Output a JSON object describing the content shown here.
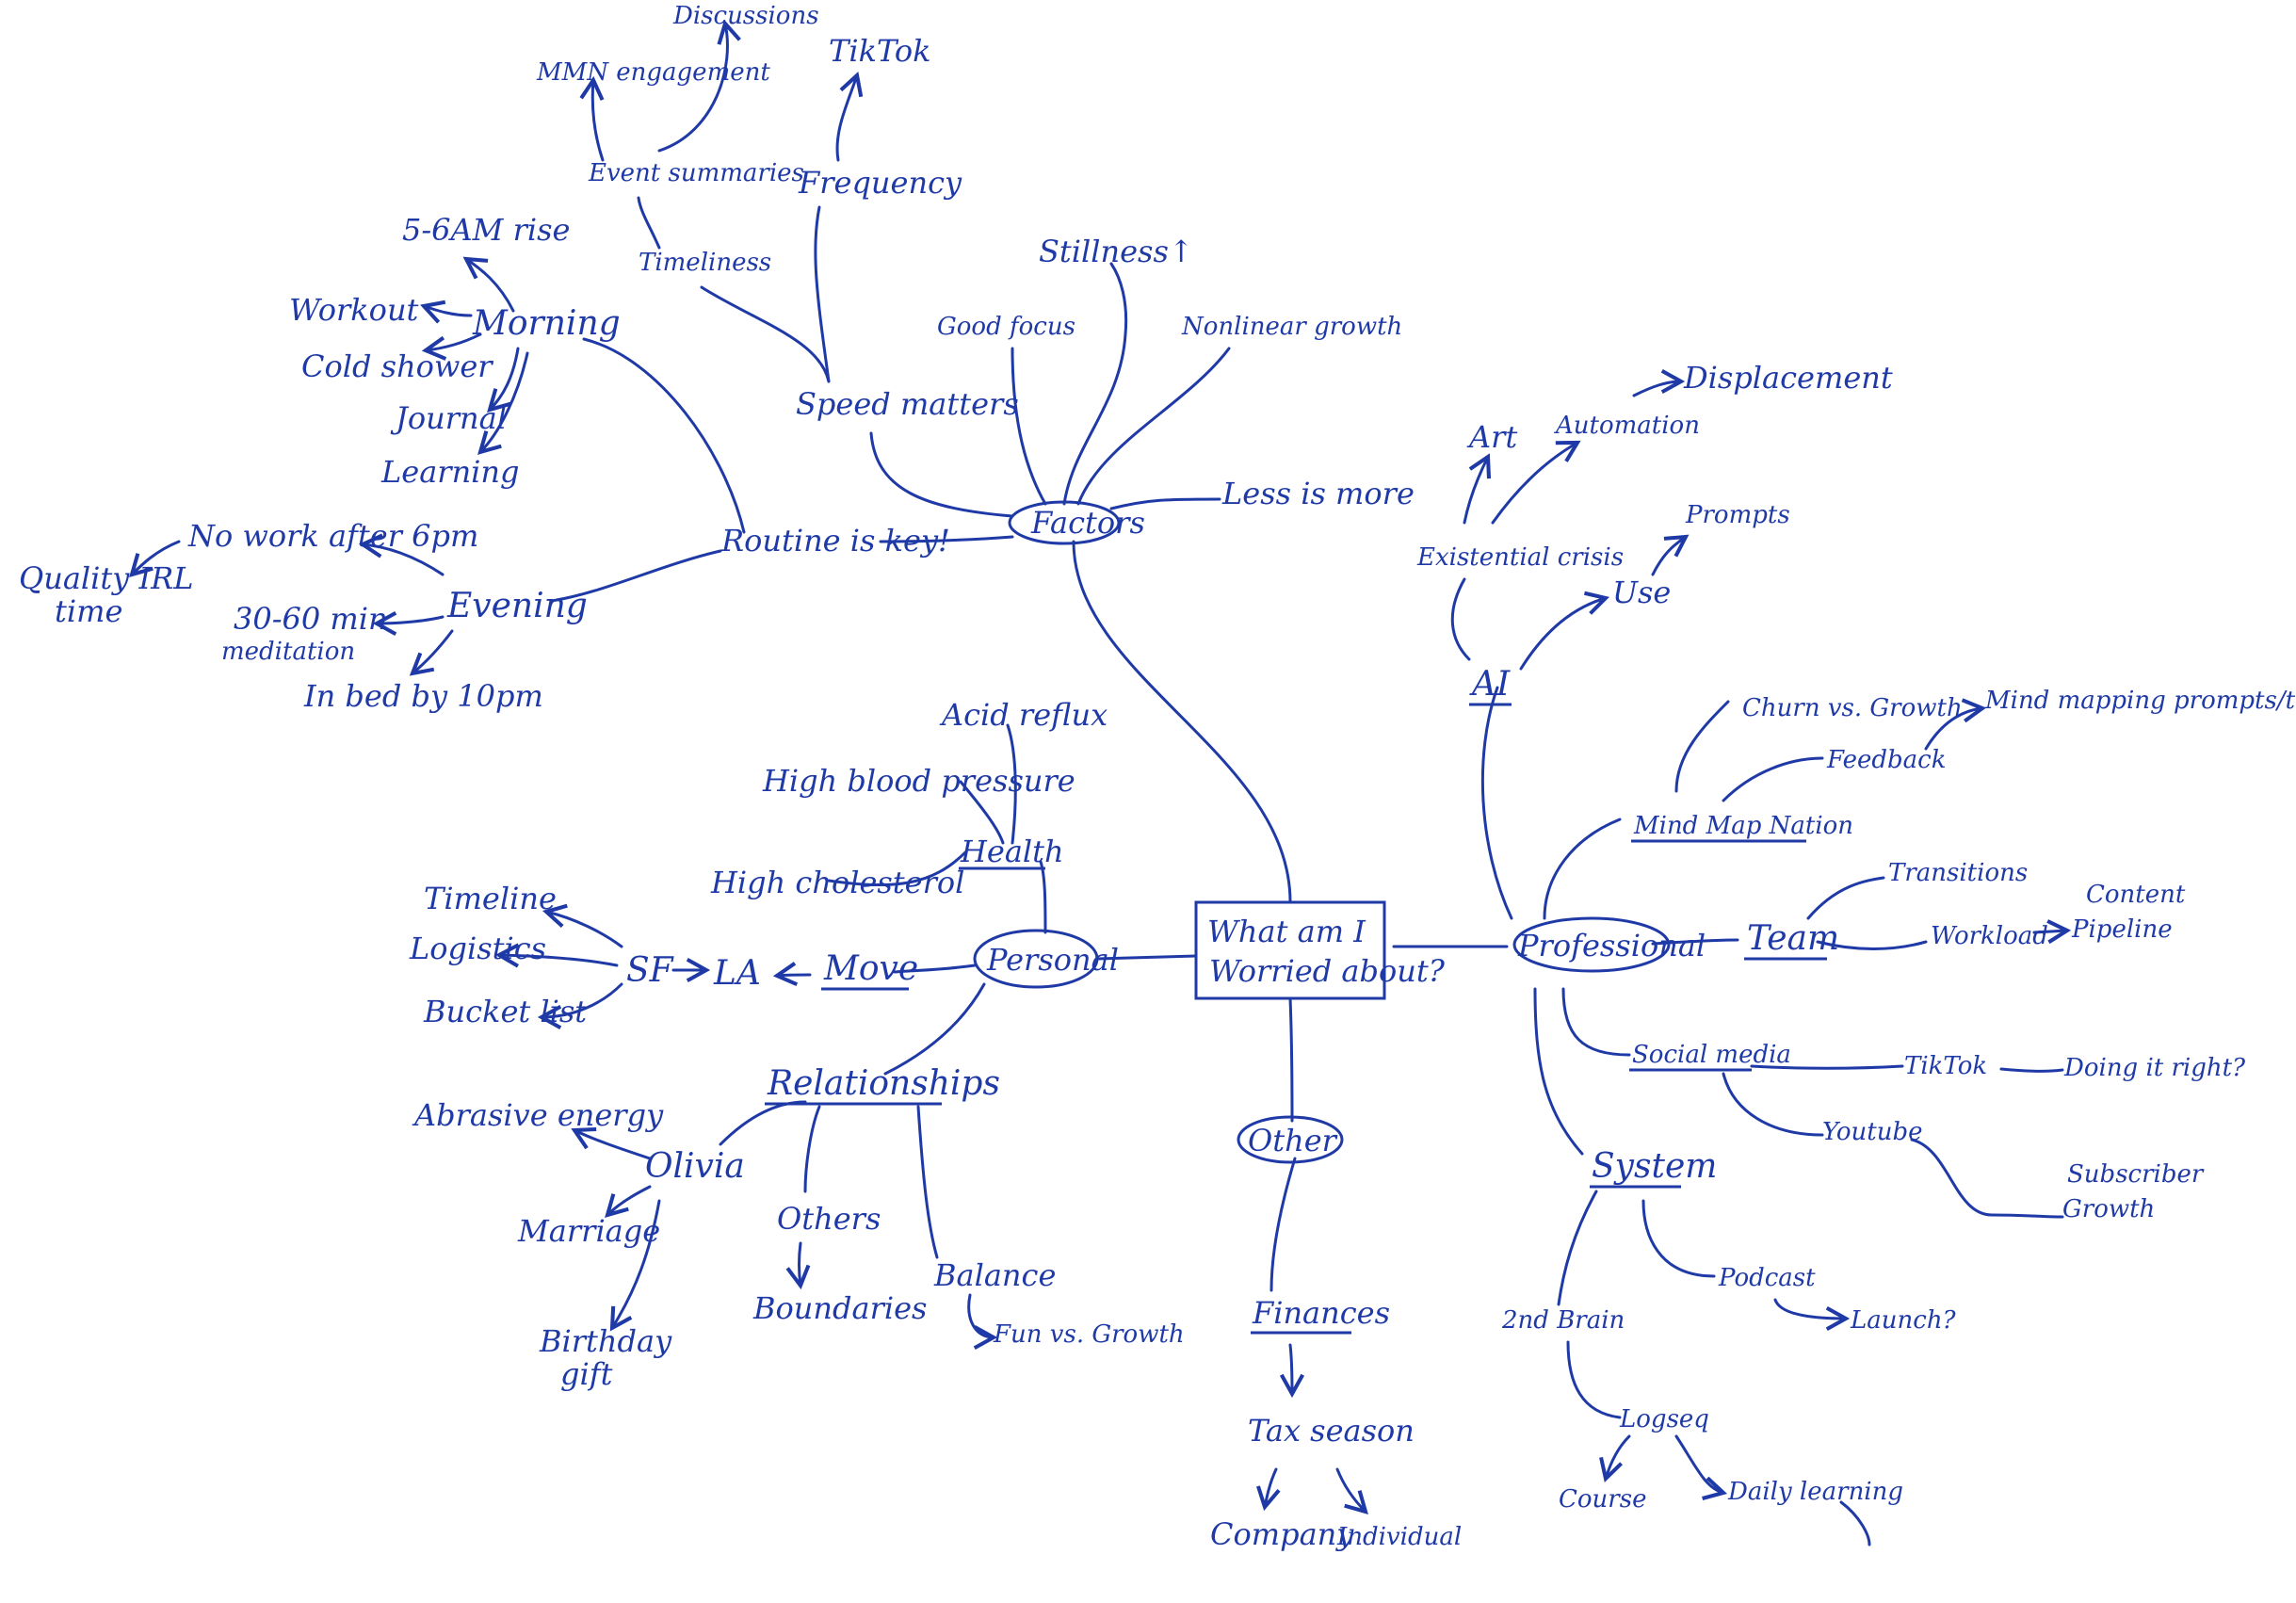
{
  "ink_color": "#1f3aa6",
  "center": {
    "line1": "What am I",
    "line2": "Worried about?"
  },
  "branches": {
    "factors": {
      "label": "Factors",
      "items": {
        "speed": "Speed matters",
        "good_focus": "Good focus",
        "stillness": "Stillness↑",
        "nonlinear": "Nonlinear growth",
        "less_is_more": "Less is more",
        "routine": "Routine is key!",
        "timeliness": "Timeliness",
        "event_summaries": "Event summaries",
        "mmn": "MMN engagement",
        "discussions": "Discussions",
        "frequency": "Frequency",
        "tiktok": "TikTok"
      },
      "routine": {
        "morning": "Morning",
        "rise": "5-6AM rise",
        "workout": "Workout",
        "cold_shower": "Cold shower",
        "journal": "Journal",
        "learning": "Learning",
        "evening": "Evening",
        "no_work": "No work after 6pm",
        "quality_line1": "Quality IRL",
        "quality_line2": "time",
        "meditation_line1": "30-60 min",
        "meditation_line2": "meditation",
        "bed": "In bed by 10pm"
      }
    },
    "personal": {
      "label": "Personal",
      "health": "Health",
      "acid_reflux": "Acid reflux",
      "blood_pressure": "High blood pressure",
      "cholesterol": "High cholesterol",
      "move": "Move",
      "la": "LA",
      "sf": "SF",
      "timeline": "Timeline",
      "logistics": "Logistics",
      "bucket_list": "Bucket list",
      "relationships": "Relationships",
      "olivia": "Olivia",
      "abrasive": "Abrasive energy",
      "marriage": "Marriage",
      "birthday_line1": "Birthday",
      "birthday_line2": "gift",
      "others": "Others",
      "boundaries": "Boundaries",
      "balance": "Balance",
      "fun_growth": "Fun vs. Growth"
    },
    "other": {
      "label": "Other",
      "finances": "Finances",
      "tax": "Tax season",
      "company": "Company",
      "individual": "Individual"
    },
    "professional": {
      "label": "Professional",
      "ai": "AI",
      "existential": "Existential crisis",
      "art": "Art",
      "automation": "Automation",
      "displacement": "Displacement",
      "use": "Use",
      "prompts": "Prompts",
      "mmn": "Mind Map Nation",
      "churn": "Churn vs. Growth",
      "feedback": "Feedback",
      "mind_mapping": "Mind mapping prompts/topics",
      "team": "Team",
      "transitions": "Transitions",
      "workload": "Workload",
      "content_line1": "Content",
      "content_line2": "Pipeline",
      "social": "Social media",
      "sm_tiktok": "TikTok",
      "doing_right": "Doing it right?",
      "youtube": "Youtube",
      "subscriber_line1": "Subscriber",
      "subscriber_line2": "Growth",
      "system": "System",
      "podcast": "Podcast",
      "launch": "Launch?",
      "second_brain": "2nd Brain",
      "logseq": "Logseq",
      "course": "Course",
      "daily_learning": "Daily learning"
    }
  }
}
